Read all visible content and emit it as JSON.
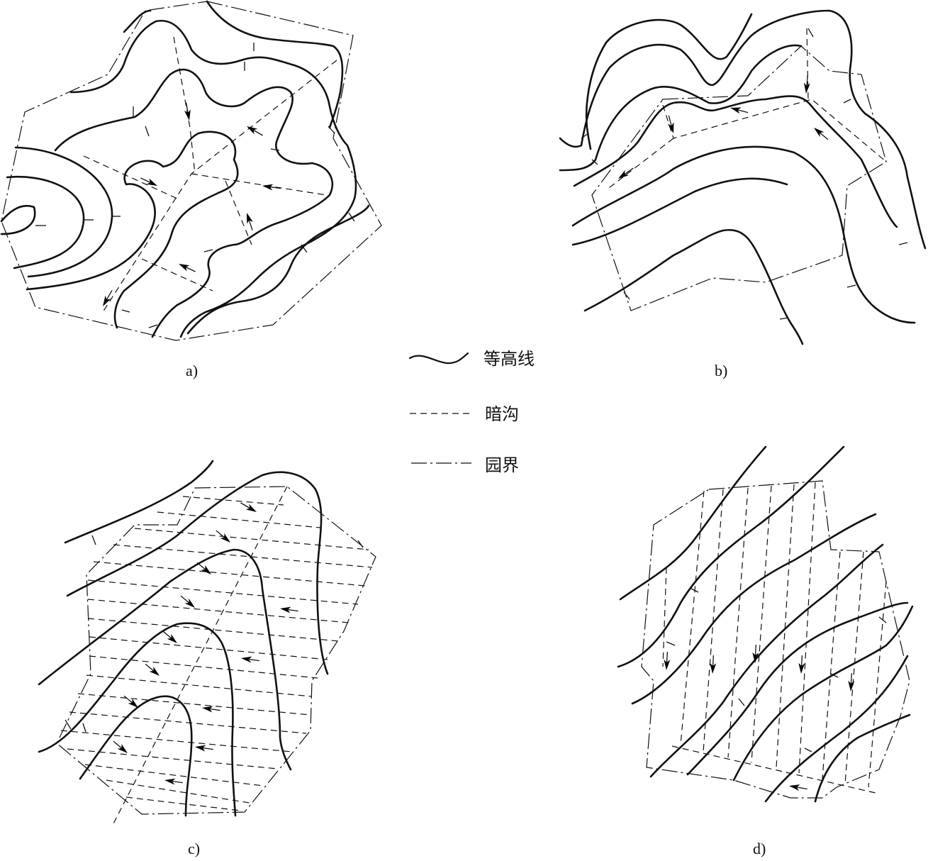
{
  "legend": {
    "contour_label": "等高线",
    "drain_label": "暗沟",
    "boundary_label": "园界"
  },
  "panels": [
    {
      "caption": "a)"
    },
    {
      "caption": "b)"
    },
    {
      "caption": "c)"
    },
    {
      "caption": "d)"
    }
  ],
  "icons": {
    "arrow": "flow-arrow-icon"
  },
  "colors": {
    "line": "#111111",
    "background": "#ffffff"
  }
}
